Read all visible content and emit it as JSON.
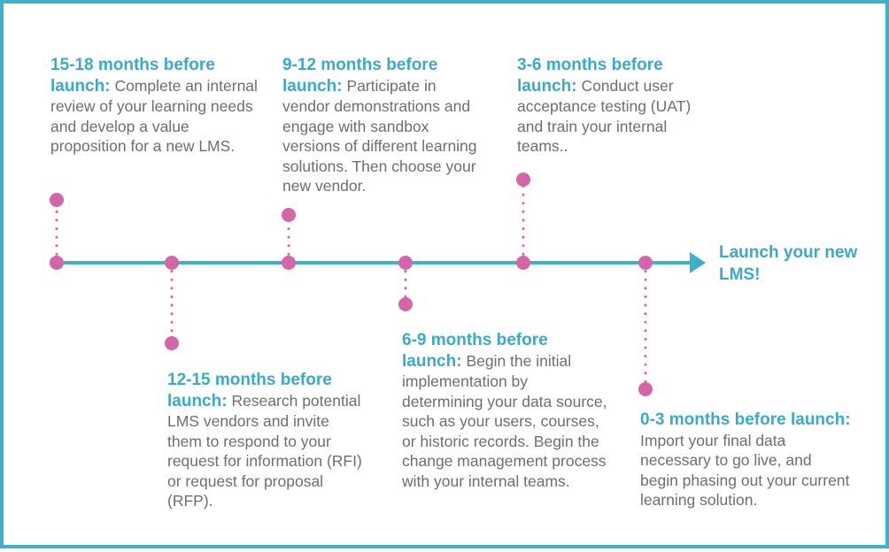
{
  "colors": {
    "accent": "#3fb0c9",
    "heading": "#3ba9c8",
    "marker": "#d466a8",
    "body_text": "#6d6e71"
  },
  "steps": [
    {
      "heading": "15-18 months before launch:",
      "body": "Complete an internal review of your learning needs and develop a value proposition for a new LMS.",
      "position": "above"
    },
    {
      "heading": "12-15 months before launch:",
      "body": "Research potential LMS vendors and invite them to respond to your request for information (RFI) or request for proposal (RFP).",
      "position": "below"
    },
    {
      "heading": "9-12 months before launch:",
      "body": "Participate in vendor demonstrations and engage with sandbox versions of different learning solutions. Then choose your new vendor.",
      "position": "above"
    },
    {
      "heading": "6-9 months before launch:",
      "body": "Begin the initial implementation by determining your data source, such as your users, courses, or historic records. Begin the change management process with your internal teams.",
      "position": "below"
    },
    {
      "heading": "3-6 months before launch:",
      "body": "Conduct user acceptance testing (UAT) and train your internal teams..",
      "position": "above"
    },
    {
      "heading": "0-3 months before launch:",
      "body": "Import your final data necessary to go live, and begin phasing out your current learning solution.",
      "position": "below"
    }
  ],
  "end_label": "Launch your new LMS!"
}
